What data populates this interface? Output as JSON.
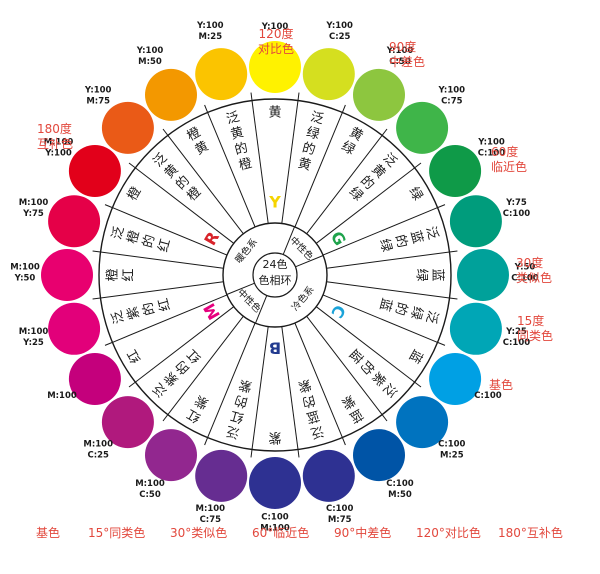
{
  "center": {
    "line1": "24色",
    "line2": "色相环"
  },
  "inner_ring": [
    "暖色系",
    "中性色",
    "冷色系",
    "中性色"
  ],
  "markers": [
    {
      "letter": "Y",
      "color": "#f5d400"
    },
    {
      "letter": "G",
      "color": "#1ea34b"
    },
    {
      "letter": "C",
      "color": "#1aa3d9"
    },
    {
      "letter": "B",
      "color": "#213a8f"
    },
    {
      "letter": "M",
      "color": "#e6007e"
    },
    {
      "letter": "R",
      "color": "#d8232a"
    }
  ],
  "hues": [
    {
      "color": "#fff200",
      "name": "黄",
      "code": [
        "Y:100"
      ]
    },
    {
      "color": "#d5df1f",
      "name": "泛绿的黄",
      "code": [
        "Y:100",
        "C:25"
      ]
    },
    {
      "color": "#8dc63f",
      "name": "黄绿",
      "code": [
        "Y:100",
        "C:50"
      ]
    },
    {
      "color": "#3fb549",
      "name": "泛黄的绿",
      "code": [
        "Y:100",
        "C:75"
      ]
    },
    {
      "color": "#0f9a48",
      "name": "绿",
      "code": [
        "Y:100",
        "C:100"
      ]
    },
    {
      "color": "#009c7c",
      "name": "泛蓝的绿",
      "code": [
        "Y:75",
        "C:100"
      ]
    },
    {
      "color": "#00a19a",
      "name": "蓝绿",
      "code": [
        "Y:50",
        "C:100"
      ]
    },
    {
      "color": "#00a6b6",
      "name": "泛绿的蓝",
      "code": [
        "Y:25",
        "C:100"
      ]
    },
    {
      "color": "#00a0e4",
      "name": "蓝",
      "code": [
        "C:100"
      ]
    },
    {
      "color": "#0073bf",
      "name": "泛紫的蓝",
      "code": [
        "C:100",
        "M:25"
      ]
    },
    {
      "color": "#0054a6",
      "name": "蓝紫",
      "code": [
        "C:100",
        "M:50"
      ]
    },
    {
      "color": "#2e3192",
      "name": "泛蓝的紫",
      "code": [
        "C:100",
        "M:75"
      ]
    },
    {
      "color": "#2e3192",
      "name": "紫",
      "code": [
        "C:100",
        "M:100"
      ]
    },
    {
      "color": "#662d91",
      "name": "泛红的紫",
      "code": [
        "M:100",
        "C:75"
      ]
    },
    {
      "color": "#92278f",
      "name": "红紫",
      "code": [
        "M:100",
        "C:50"
      ]
    },
    {
      "color": "#b0197d",
      "name": "泛紫的红",
      "code": [
        "M:100",
        "C:25"
      ]
    },
    {
      "color": "#c4007c",
      "name": "红",
      "code": [
        "M:100"
      ]
    },
    {
      "color": "#e2007a",
      "name": "泛紫的红",
      "code": [
        "M:100",
        "Y:25"
      ]
    },
    {
      "color": "#e8006f",
      "name": "橙红",
      "code": [
        "M:100",
        "Y:50"
      ]
    },
    {
      "color": "#e50048",
      "name": "泛橙的红",
      "code": [
        "M:100",
        "Y:75"
      ]
    },
    {
      "color": "#e2001a",
      "name": "橙",
      "code": [
        "M:100",
        "Y:100"
      ]
    },
    {
      "color": "#ea5a17",
      "name": "泛黄的橙",
      "code": [
        "Y:100",
        "M:75"
      ]
    },
    {
      "color": "#f39800",
      "name": "橙黄",
      "code": [
        "Y:100",
        "M:50"
      ]
    },
    {
      "color": "#fbc400",
      "name": "泛黄的橙",
      "code": [
        "Y:100",
        "M:25"
      ]
    }
  ],
  "relations": [
    {
      "degree": "120度",
      "label": "对比色"
    },
    {
      "degree": "90度",
      "label": "中差色"
    },
    {
      "degree": "60度",
      "label": "临近色"
    },
    {
      "degree": "30度",
      "label": "类似色"
    },
    {
      "degree": "15度",
      "label": "同类色"
    },
    {
      "degree": "",
      "label": "基色"
    },
    {
      "degree": "180度",
      "label": "互补色"
    }
  ],
  "legend": [
    "基色",
    "15°同类色",
    "30°类似色",
    "60°临近色",
    "90°中差色",
    "120°对比色",
    "180°互补色"
  ],
  "colors": {
    "accent": "#e2483d",
    "line": "#1a1a1a"
  }
}
